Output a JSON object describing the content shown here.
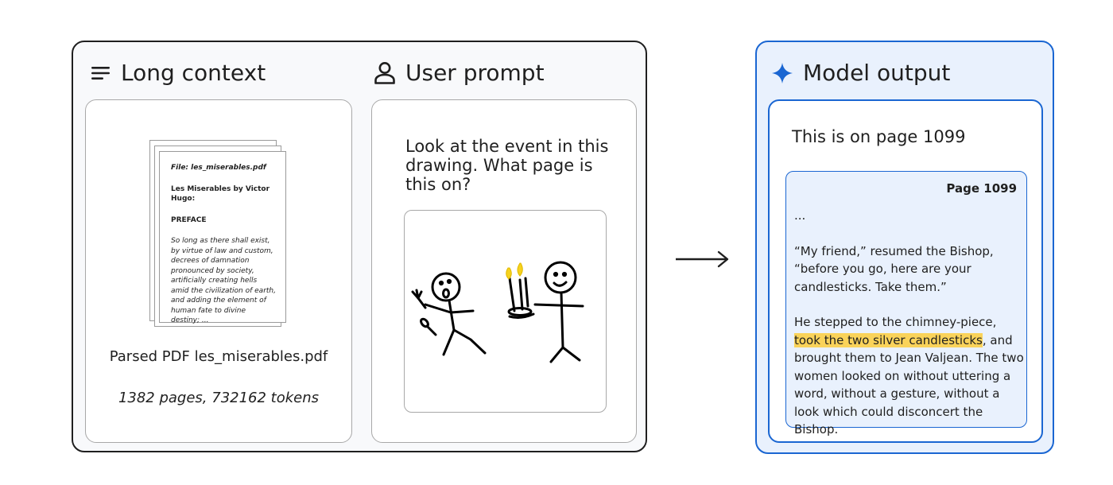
{
  "left_panel": {
    "long_context": {
      "heading": "Long context",
      "icon": "menu-lines-icon",
      "document": {
        "file_line": "File: les_miserables.pdf",
        "title": "Les Miserables by Victor Hugo:",
        "section": "PREFACE",
        "excerpt": "So long as there shall exist, by virtue of law and custom, decrees of damnation pronounced by society, artificially creating hells amid the civilization of earth, and adding the element of human fate to divine destiny; ..."
      },
      "caption": "Parsed PDF les_miserables.pdf",
      "stats": "1382 pages, 732162 tokens"
    },
    "user_prompt": {
      "heading": "User prompt",
      "icon": "person-icon",
      "text": "Look at the event in this drawing. What page is this on?"
    }
  },
  "right_panel": {
    "heading": "Model output",
    "icon": "sparkle-icon",
    "answer": "This is on page 1099",
    "page_excerpt": {
      "label": "Page 1099",
      "ellipsis": "...",
      "para1": "“My friend,” resumed the Bishop, “before you go, here are your candlesticks. Take them.”",
      "para2_before": "He stepped to the chimney-piece, ",
      "para2_highlight": "took the two silver candlesticks",
      "para2_after": ", and brought them to Jean Valjean. The two women looked on without uttering a word, without a gesture, without a look which could disconcert the Bishop."
    }
  },
  "colors": {
    "accent_blue": "#1a66d2",
    "panel_blue_bg": "#e9f1fd",
    "highlight": "#fad35a",
    "candle_yellow": "#f6d21e"
  }
}
